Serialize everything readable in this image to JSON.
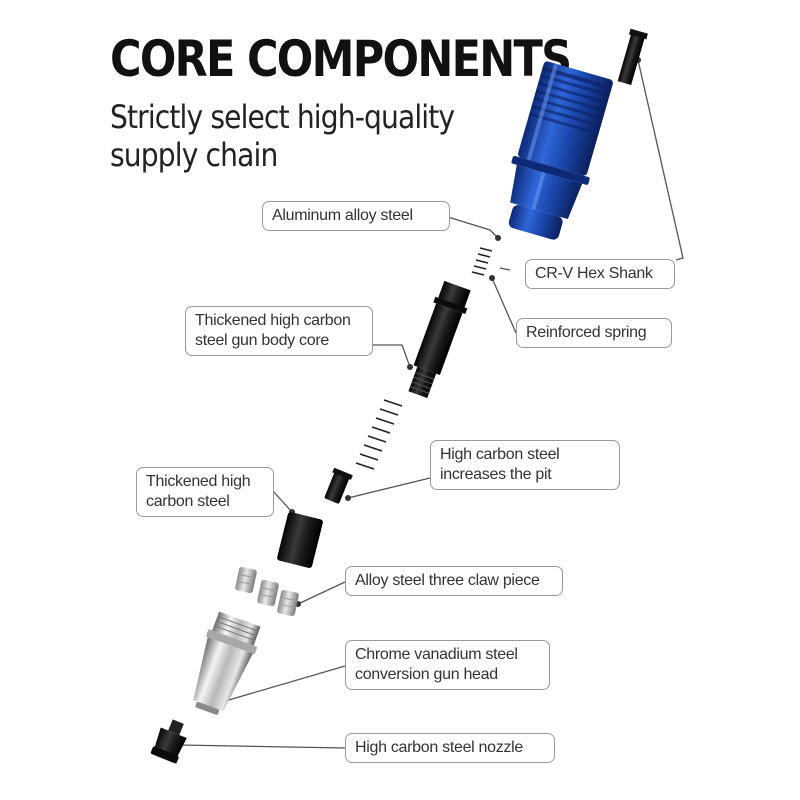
{
  "header": {
    "title": "CORE COMPONENTS",
    "subtitle_line1": "Strictly select high-quality",
    "subtitle_line2": "supply chain"
  },
  "callouts": {
    "aluminum": "Aluminum alloy steel",
    "hex_shank": "CR-V Hex Shank",
    "spring": "Reinforced spring",
    "body_core_line1": "Thickened high carbon",
    "body_core_line2": "steel gun body core",
    "pit_line1": "High carbon steel",
    "pit_line2": "increases the pit",
    "thick_line1": "Thickened high",
    "thick_line2": "carbon steel",
    "claw": "Alloy steel three claw piece",
    "head_line1": "Chrome vanadium steel",
    "head_line2": "conversion gun head",
    "nozzle": "High carbon steel nozzle"
  },
  "colors": {
    "housing": "#1f4fb8",
    "dark_steel": "#1a1a1a",
    "chrome": "#c8c8c8",
    "callout_border": "#9a9a9a"
  }
}
